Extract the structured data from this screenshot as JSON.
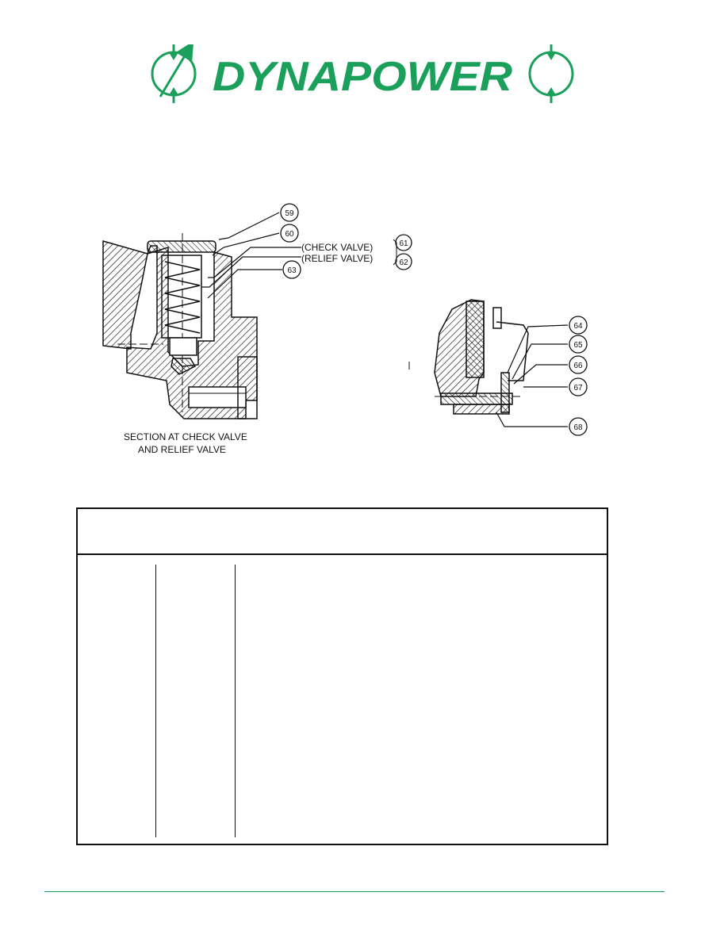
{
  "brand": {
    "name": "DYNAPOWER",
    "color": "#1aa05a"
  },
  "figure": {
    "left_caption_line1": "SECTION AT CHECK VALVE",
    "left_caption_line2": "AND RELIEF VALVE",
    "check_valve_label": "(CHECK VALVE)",
    "relief_valve_label": "(RELIEF VALVE)",
    "callouts": [
      "59",
      "60",
      "61",
      "62",
      "63",
      "64",
      "65",
      "66",
      "67",
      "68"
    ]
  },
  "parts_table": {
    "header": "",
    "rows": []
  }
}
